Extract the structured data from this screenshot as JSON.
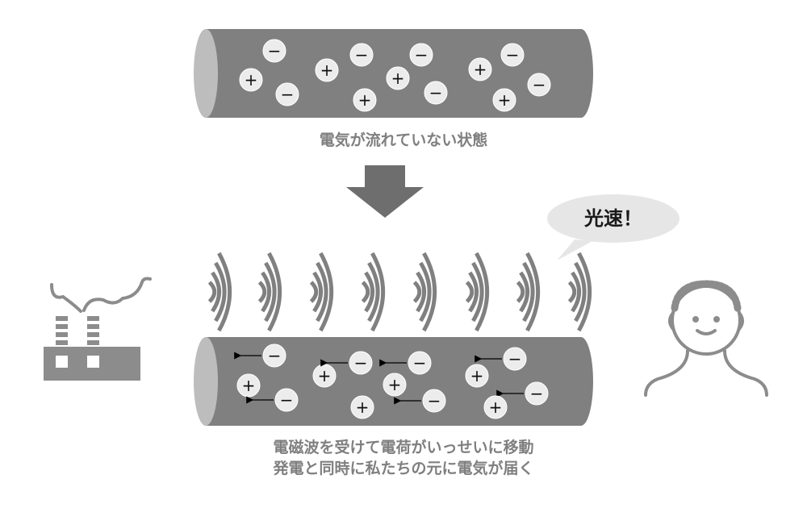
{
  "top_caption": "電気が流れていない状態",
  "bottom_caption": {
    "line1": "電磁波を受けて電荷がいっせいに移動",
    "line2": "発電と同時に私たちの元に電気が届く"
  },
  "speech_bubble": "光速！",
  "charge_symbols": {
    "positive": "+",
    "negative": "−"
  },
  "colors": {
    "wire_body": "#808080",
    "wire_end": "#bdbdbd",
    "charge_fill": "#ececec",
    "wave": "#808080",
    "icon": "#8c8c8c",
    "caption": "#7f7f7f",
    "bubble": "#e6e6e6"
  },
  "icons": {
    "factory": "power-plant-icon",
    "person": "person-icon",
    "arrow": "down-arrow-icon"
  }
}
